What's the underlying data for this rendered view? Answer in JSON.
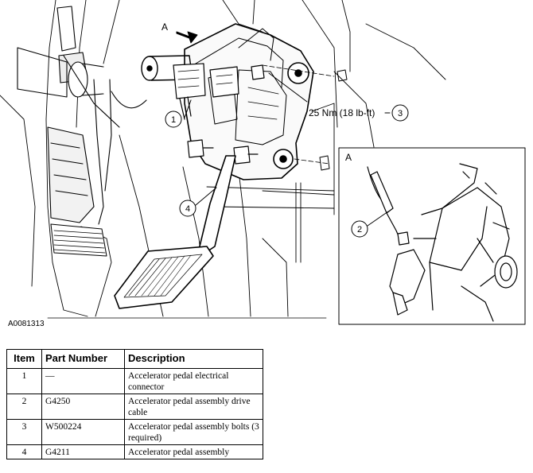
{
  "figure": {
    "id": "A0081313",
    "view_label": "A",
    "torque_spec": "25 Nm (18 lb-ft)",
    "callouts": [
      "1",
      "2",
      "3",
      "4"
    ]
  },
  "table": {
    "headers": [
      "Item",
      "Part Number",
      "Description"
    ],
    "rows": [
      {
        "item": "1",
        "part_number": "—",
        "description": "Accelerator pedal electrical connector"
      },
      {
        "item": "2",
        "part_number": "G4250",
        "description": "Accelerator pedal assembly drive cable"
      },
      {
        "item": "3",
        "part_number": "W500224",
        "description": "Accelerator pedal assembly bolts (3 required)"
      },
      {
        "item": "4",
        "part_number": "G4211",
        "description": "Accelerator pedal assembly"
      }
    ]
  }
}
